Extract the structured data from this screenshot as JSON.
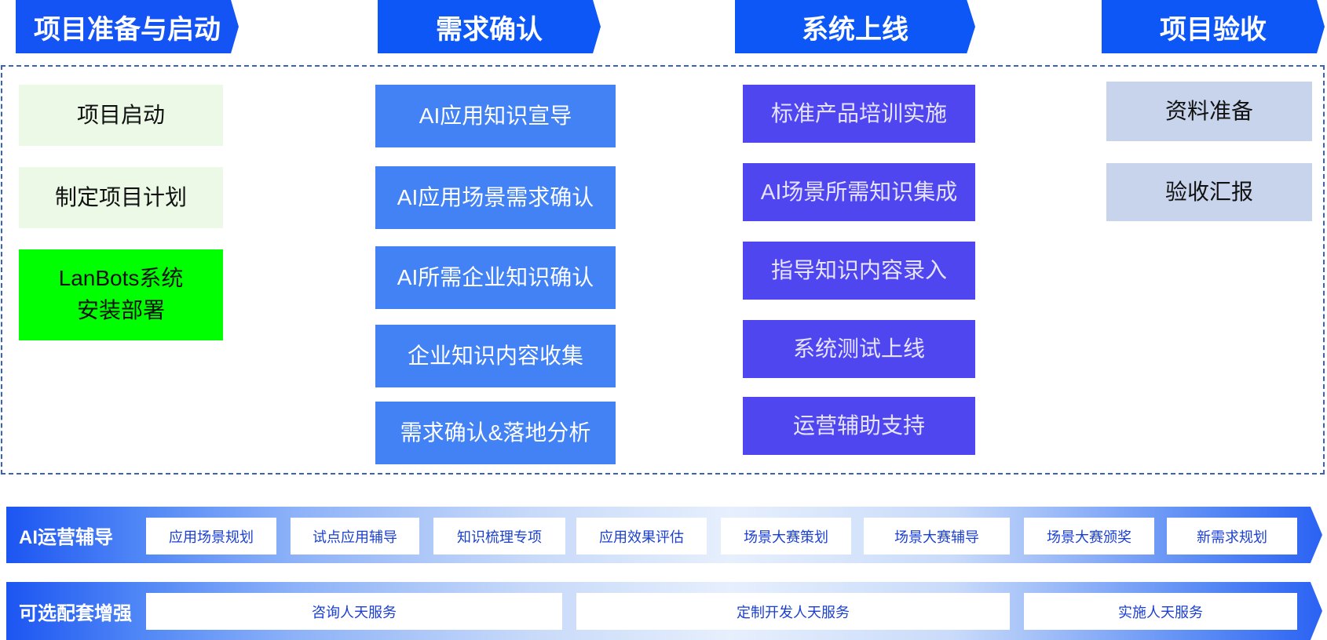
{
  "phases": [
    {
      "title": "项目准备与启动"
    },
    {
      "title": "需求确认"
    },
    {
      "title": "系统上线"
    },
    {
      "title": "项目验收"
    }
  ],
  "col1": [
    "项目启动",
    "制定项目计划",
    "LanBots系统\n安装部署"
  ],
  "col2": [
    "AI应用知识宣导",
    "AI应用场景需求确认",
    "AI所需企业知识确认",
    "企业知识内容收集",
    "需求确认&落地分析"
  ],
  "col3": [
    "标准产品培训实施",
    "AI场景所需知识集成",
    "指导知识内容录入",
    "系统测试上线",
    "运营辅助支持"
  ],
  "col4": [
    "资料准备",
    "验收汇报"
  ],
  "band1": {
    "title": "AI运营辅导",
    "items": [
      "应用场景规划",
      "试点应用辅导",
      "知识梳理专项",
      "应用效果评估",
      "场景大赛策划",
      "场景大赛辅导",
      "场景大赛颁奖",
      "新需求规划"
    ]
  },
  "band2": {
    "title": "可选配套增强",
    "items": [
      "咨询人天服务",
      "定制开发人天服务",
      "实施人天服务"
    ]
  },
  "colors": {
    "header_blue": "#0d57f6",
    "col2_blue": "#4282f4",
    "col3_purple": "#5046f0",
    "col4_gray_blue": "#c7d4ec",
    "col1_pale_green": "#ecf9e7",
    "col1_green": "#00ff00"
  }
}
